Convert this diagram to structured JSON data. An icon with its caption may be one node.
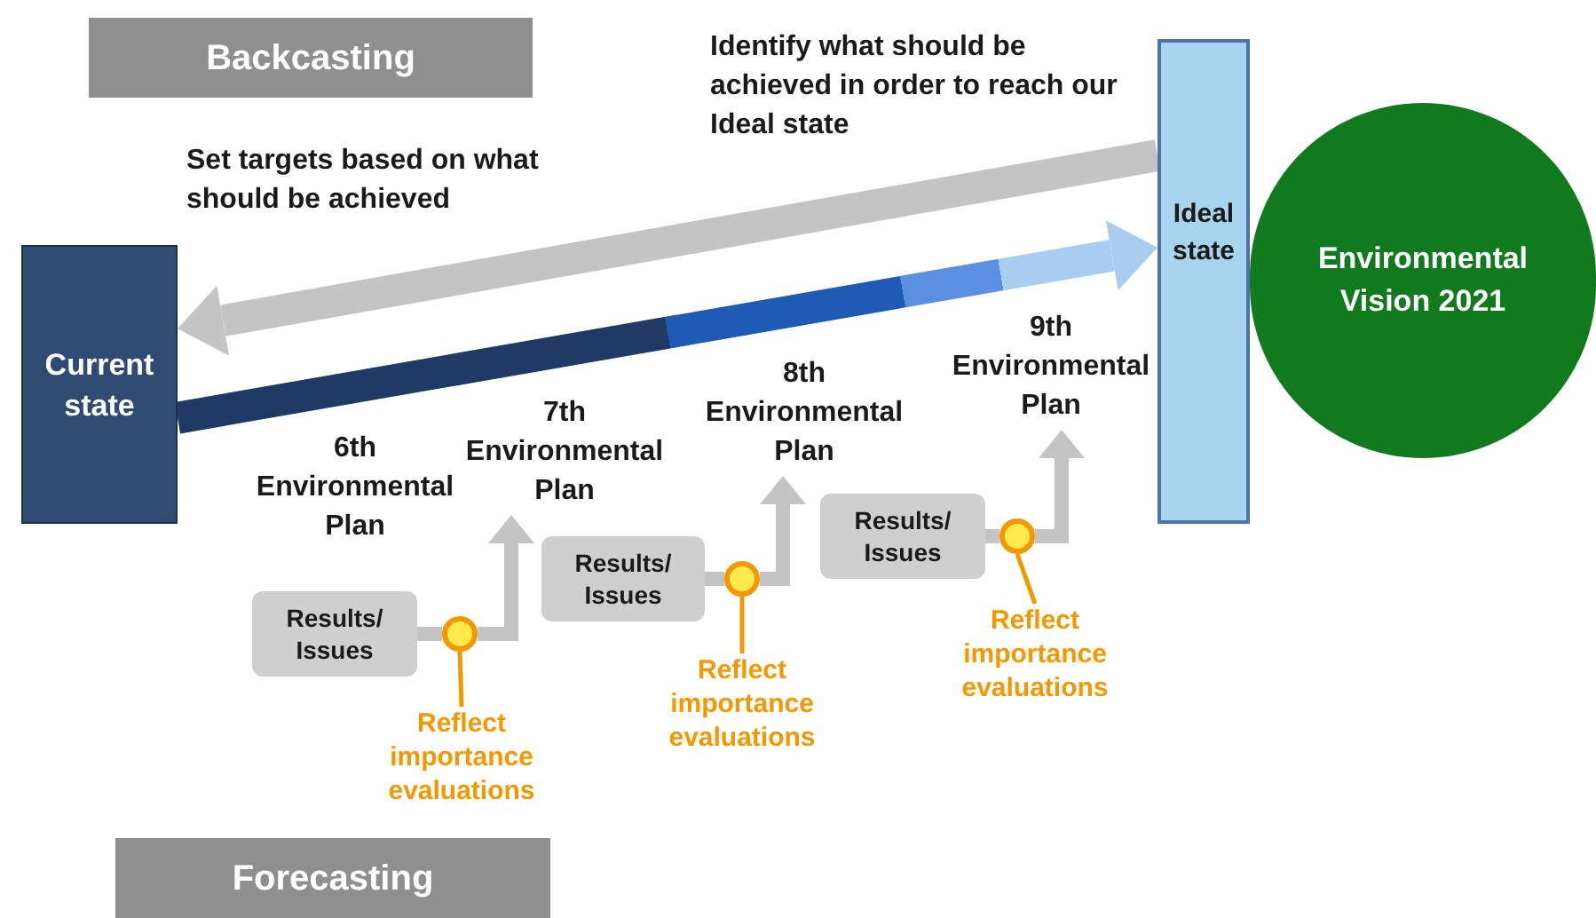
{
  "diagram": {
    "nodes": [
      {
        "text": [
          "Backcasting"
        ]
      },
      {
        "text": [
          "Current state"
        ]
      },
      {
        "text": [
          "Ideal state"
        ]
      },
      {
        "text": [
          "Environmental Vision 2021"
        ]
      },
      {
        "text": [
          "6th Environmental Plan"
        ]
      },
      {
        "text": [
          "7th Environmental Plan"
        ]
      },
      {
        "text": [
          "8th Environmental Plan"
        ]
      },
      {
        "text": [
          "9th Environmental Plan"
        ]
      },
      {
        "text": [
          "Results/ Issues"
        ]
      },
      {
        "text": [],
        "shape": "circle"
      },
      {
        "text": [
          "Reflect importance evaluations"
        ]
      },
      {
        "text": [
          "Results/ Issues"
        ]
      },
      {
        "text": [],
        "shape": "circle"
      },
      {
        "text": [
          "Reflect importance evaluations"
        ]
      },
      {
        "text": [
          "Results/ Issues"
        ]
      },
      {
        "text": [],
        "shape": "circle"
      },
      {
        "text": [
          "Reflect importance evaluations"
        ]
      },
      {
        "text": [
          "Forecasting"
        ]
      }
    ],
    "edges": [
      {
        "from": 2,
        "to": 1,
        "arrow": "to",
        "style": "thick"
      },
      {
        "from": 1,
        "to": 2,
        "arrow": "to",
        "style": "thick",
        "color": "#5b8fe0"
      },
      {
        "from": 8,
        "to": 9,
        "arrow": "none"
      },
      {
        "from": 9,
        "to": 5,
        "arrow": "to"
      },
      {
        "from": 11,
        "to": 12,
        "arrow": "none"
      },
      {
        "from": 12,
        "to": 6,
        "arrow": "to"
      },
      {
        "from": 14,
        "to": 15,
        "arrow": "none"
      },
      {
        "from": 15,
        "to": 7,
        "arrow": "to"
      },
      {
        "from": 10,
        "to": 9,
        "arrow": "none",
        "color": "#f39800"
      },
      {
        "from": 13,
        "to": 12,
        "arrow": "none",
        "color": "#f39800"
      },
      {
        "from": 16,
        "to": 15,
        "arrow": "none",
        "color": "#f39800"
      }
    ],
    "labels": [
      "Identify what should be achieved in order to reach our Ideal state",
      "Set targets based on what should be achieved"
    ]
  }
}
